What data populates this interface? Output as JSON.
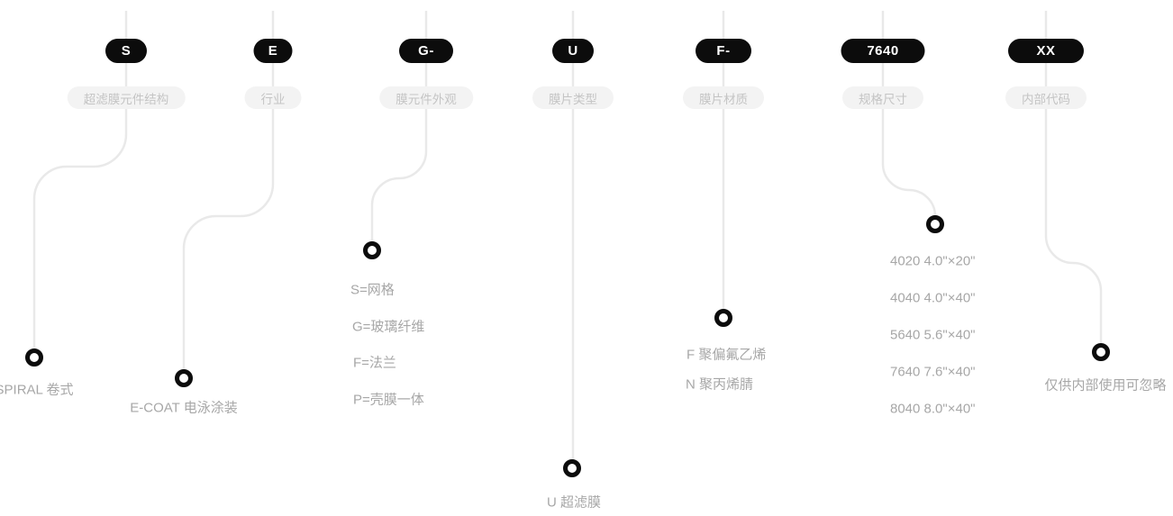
{
  "columns": [
    {
      "code": "S",
      "category": "超滤膜元件结构",
      "items": [
        "SPIRAL 卷式"
      ]
    },
    {
      "code": "E",
      "category": "行业",
      "items": [
        "E-COAT 电泳涂装"
      ]
    },
    {
      "code": "G-",
      "category": "膜元件外观",
      "items": [
        "S=网格",
        "G=玻璃纤维",
        "F=法兰",
        "P=壳膜一体"
      ]
    },
    {
      "code": "U",
      "category": "膜片类型",
      "items": [
        "U 超滤膜"
      ]
    },
    {
      "code": "F-",
      "category": "膜片材质",
      "items": [
        "F 聚偏氟乙烯",
        "N 聚丙烯腈"
      ]
    },
    {
      "code": "7640",
      "category": "规格尺寸",
      "items": [
        "4020 4.0\"×20\"",
        "4040 4.0\"×40\"",
        "5640 5.6\"×40\"",
        "7640 7.6\"×40\"",
        "8040 8.0\"×40\""
      ]
    },
    {
      "code": "XX",
      "category": "内部代码",
      "items": [
        "仅供内部使用可忽略"
      ]
    }
  ],
  "colors": {
    "badge_bg": "#0c0c0c",
    "badge_text": "#ffffff",
    "pill_bg": "#f3f3f3",
    "pill_text": "#c4c4c4",
    "connector_line": "#e9e9e9",
    "ring": "#0c0c0c",
    "label_text": "#a7a7a7"
  }
}
